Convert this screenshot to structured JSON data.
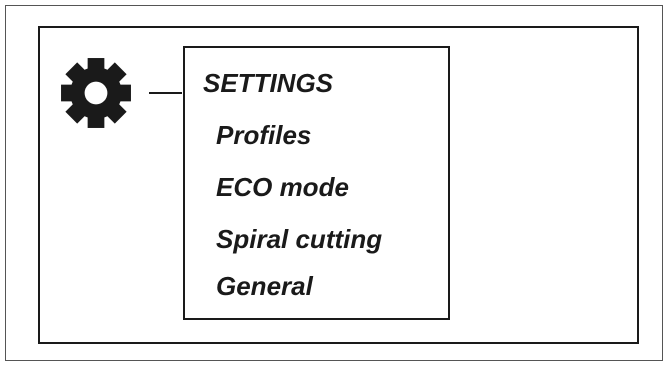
{
  "menu": {
    "title": "SETTINGS",
    "items": [
      {
        "label": "Profiles"
      },
      {
        "label": "ECO mode"
      },
      {
        "label": "Spiral cutting"
      },
      {
        "label": "General"
      }
    ]
  },
  "icons": {
    "settings": "gear-icon"
  },
  "colors": {
    "foreground": "#1a1a1a",
    "background": "#ffffff"
  }
}
